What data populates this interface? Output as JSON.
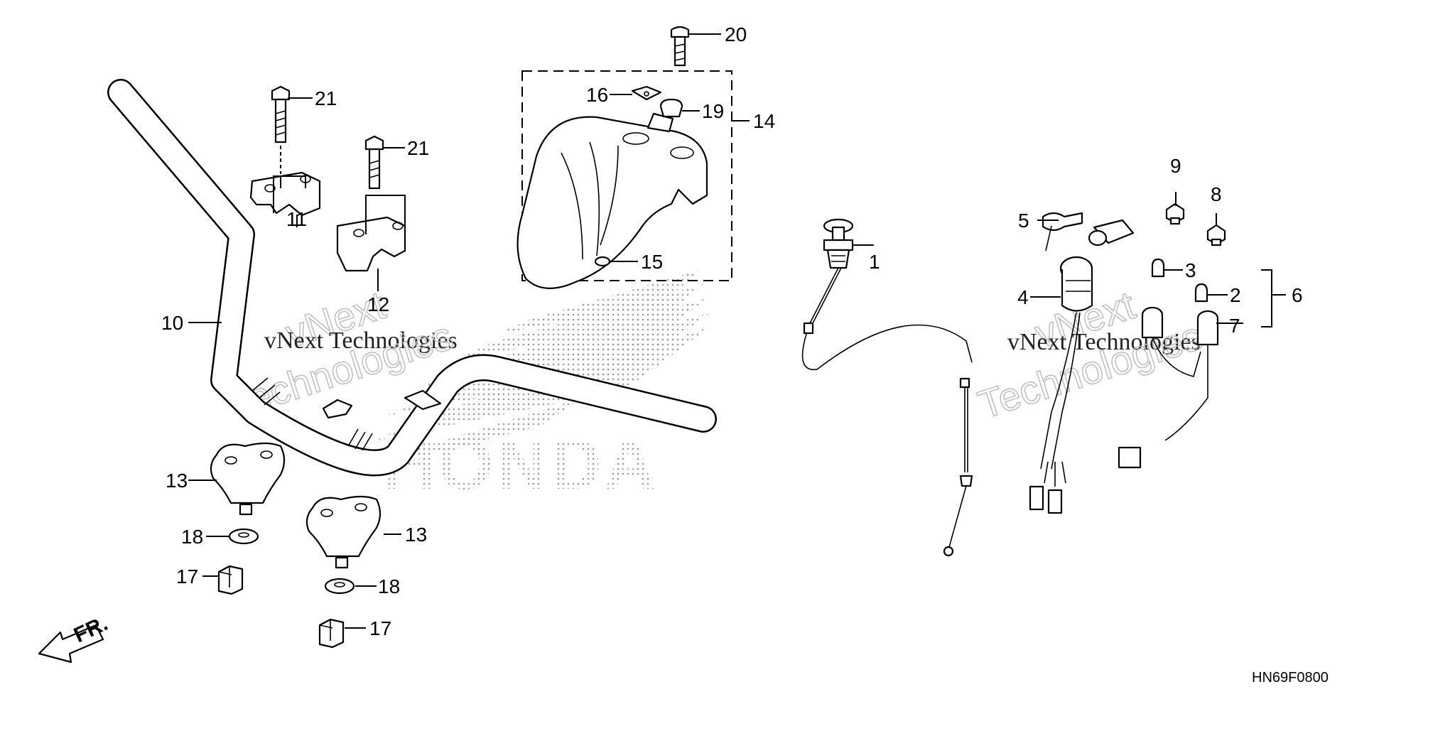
{
  "diagram": {
    "part_code": "HN69F0800",
    "front_marker": "FR.",
    "watermark_top": "vNext",
    "watermark_line": "vNext Technologies",
    "watermark_bottom": "Technologies",
    "logo_text": "HONDA",
    "callouts": {
      "p1": "1",
      "p2": "2",
      "p3": "3",
      "p4": "4",
      "p5": "5",
      "p6": "6",
      "p7": "7",
      "p8": "8",
      "p9": "9",
      "p10": "10",
      "p11": "11",
      "p12": "12",
      "p13a": "13",
      "p13b": "13",
      "p14": "14",
      "p15": "15",
      "p16": "16",
      "p17a": "17",
      "p17b": "17",
      "p18a": "18",
      "p18b": "18",
      "p19": "19",
      "p20": "20",
      "p21a": "21",
      "p21b": "21"
    }
  }
}
